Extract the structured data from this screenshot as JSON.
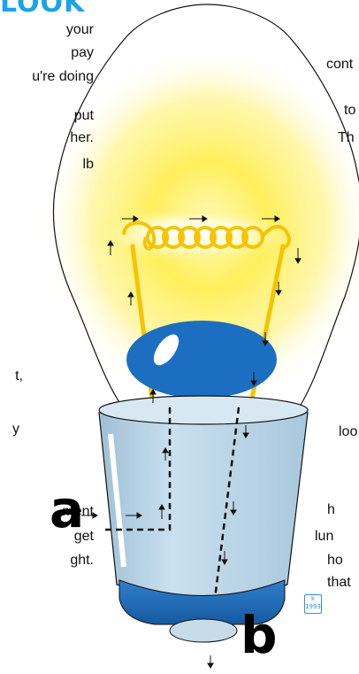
{
  "heading": {
    "fragment": "LOOK",
    "color": "#1aa3e6"
  },
  "left_column_lines": [
    "your",
    "pay",
    "u're doing",
    "put",
    "her.",
    "lb",
    "t,",
    "y",
    "",
    "ment",
    "get",
    "ght."
  ],
  "right_column_lines": [
    "cont",
    "to",
    "Th",
    "loo",
    "h",
    "lun",
    "ho",
    "that"
  ],
  "labels": {
    "a": "a",
    "b": "b"
  },
  "signature": {
    "line1": "k",
    "line2": "1993"
  },
  "colors": {
    "glow": "#ffe94a",
    "filament": "#f5c400",
    "lead_wires": "#f5c400",
    "stem_bead": "#1c6ec0",
    "base_metal": "#b7d3e6",
    "base_contact": "#1c6ec0",
    "outline": "#111111"
  }
}
